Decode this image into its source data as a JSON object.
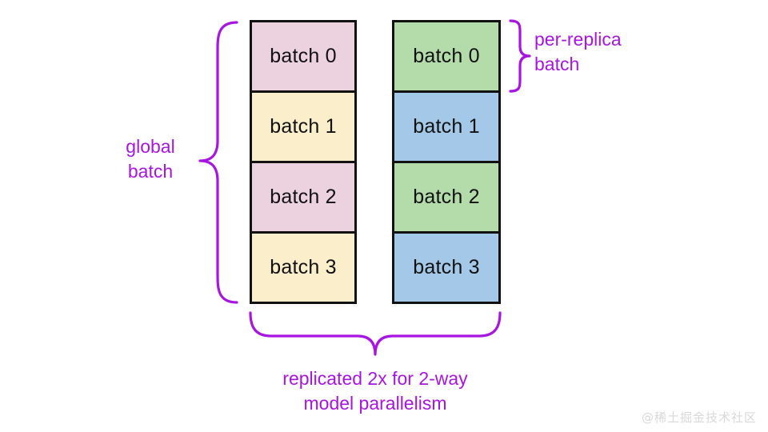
{
  "diagram": {
    "background_color": "#ffffff",
    "accent_color": "#a915e0",
    "border_color": "#111111",
    "columns": [
      {
        "name": "left-column",
        "cells": [
          {
            "label": "batch 0",
            "color": "#ecd1de"
          },
          {
            "label": "batch 1",
            "color": "#faeecb"
          },
          {
            "label": "batch 2",
            "color": "#ecd1de"
          },
          {
            "label": "batch 3",
            "color": "#faeecb"
          }
        ]
      },
      {
        "name": "right-column",
        "cells": [
          {
            "label": "batch 0",
            "color": "#b4dcaa"
          },
          {
            "label": "batch 1",
            "color": "#a3c8e8"
          },
          {
            "label": "batch 2",
            "color": "#b4dcaa"
          },
          {
            "label": "batch 3",
            "color": "#a3c8e8"
          }
        ]
      }
    ],
    "annotations": {
      "global_batch": "global\nbatch",
      "per_replica_batch": "per-replica\nbatch",
      "replicated": "replicated 2x for 2-way\nmodel parallelism"
    },
    "braces": [
      {
        "name": "global-batch-brace",
        "orientation": "left"
      },
      {
        "name": "per-replica-brace",
        "orientation": "right"
      },
      {
        "name": "replicated-brace",
        "orientation": "down"
      }
    ]
  },
  "watermark": {
    "text": "@稀土掘金技术社区"
  }
}
